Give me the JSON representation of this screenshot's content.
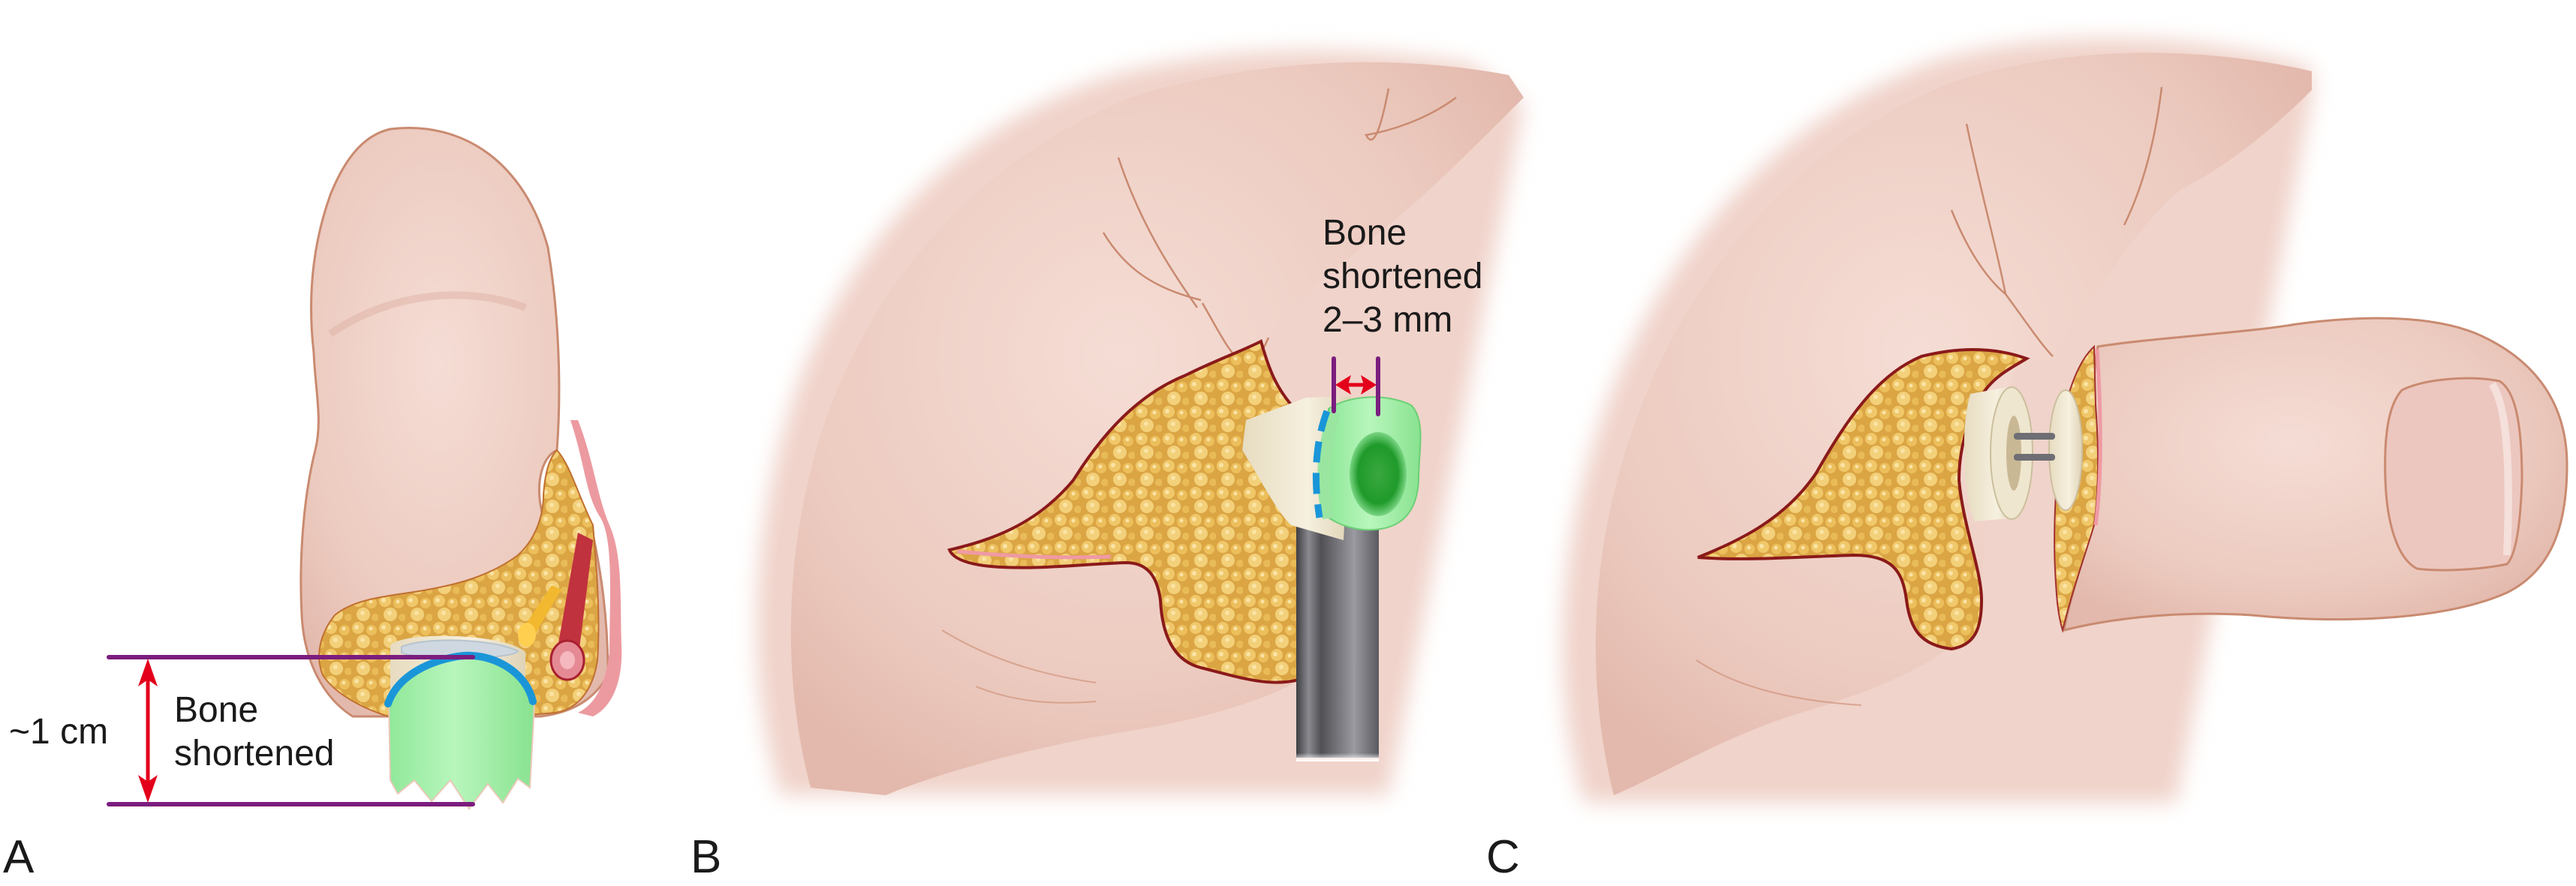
{
  "figure": {
    "panels": [
      {
        "id": "A",
        "letter": "A",
        "annotations": {
          "measure": "~1 cm",
          "line1": "Bone",
          "line2": "shortened"
        }
      },
      {
        "id": "B",
        "letter": "B",
        "annotations": {
          "line1": "Bone",
          "line2": "shortened",
          "line3": "2–3 mm"
        }
      },
      {
        "id": "C",
        "letter": "C"
      }
    ],
    "colors": {
      "skin": "#f0d4cb",
      "skin_outline": "#c98a70",
      "fat": "#e0b24a",
      "fat_outline": "#8a1a1a",
      "bone_cut": "#a8f0ac",
      "bone_marrow": "#22a030",
      "bone_ivory": "#efe6cf",
      "osteotomy_line": "#1a96d8",
      "dimension_line": "#7b1d7e",
      "arrow": "#e3001b",
      "artery": "#c0323e",
      "nerve": "#f2b830",
      "instrument": "#5c5c60",
      "text": "#1a1a1a"
    }
  }
}
